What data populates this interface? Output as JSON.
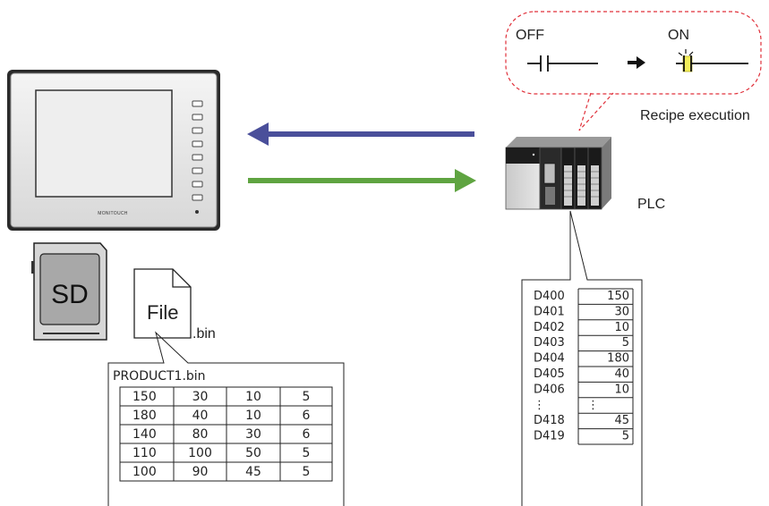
{
  "ladder": {
    "off_label": "OFF",
    "on_label": "ON",
    "caption": "Recipe execution"
  },
  "plc_label": "PLC",
  "hmi_brand": "MONITOUCH",
  "sd_label": "SD",
  "file": {
    "icon_label": "File",
    "extension": ".bin"
  },
  "product_table": {
    "title": "PRODUCT1.bin",
    "rows": [
      [
        "150",
        "30",
        "10",
        "5"
      ],
      [
        "180",
        "40",
        "10",
        "6"
      ],
      [
        "140",
        "80",
        "30",
        "6"
      ],
      [
        "110",
        "100",
        "50",
        "5"
      ],
      [
        "100",
        "90",
        "45",
        "5"
      ]
    ]
  },
  "plc_memory": {
    "rows": [
      {
        "addr": "D400",
        "value": "150"
      },
      {
        "addr": "D401",
        "value": "30"
      },
      {
        "addr": "D402",
        "value": "10"
      },
      {
        "addr": "D403",
        "value": "5"
      },
      {
        "addr": "D404",
        "value": "180"
      },
      {
        "addr": "D405",
        "value": "40"
      },
      {
        "addr": "D406",
        "value": "10"
      },
      {
        "addr": "⋮",
        "value": "⋮"
      },
      {
        "addr": "D418",
        "value": "45"
      },
      {
        "addr": "D419",
        "value": "5"
      }
    ]
  },
  "colors": {
    "arrow_to_hmi": "#4a4f9a",
    "arrow_to_plc": "#5fa441",
    "bubble_border": "#e0303a",
    "contact_highlight": "#f2ee5a"
  }
}
